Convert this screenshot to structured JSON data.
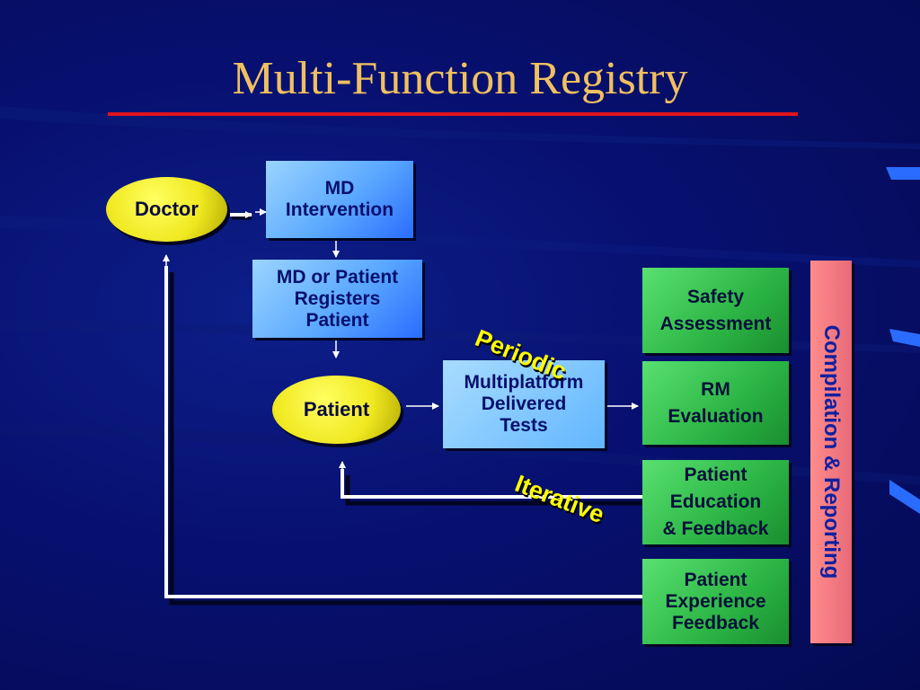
{
  "title": "Multi-Function Registry",
  "colors": {
    "title": "#f0c060",
    "rule": "#e0141c",
    "oval": "#f0e820",
    "slant_text": "#ffff00"
  },
  "nodes": {
    "doctor": "Doctor",
    "md_intervention": [
      "MD",
      "Intervention"
    ],
    "registers": [
      "MD or Patient",
      "Registers",
      "Patient"
    ],
    "patient": "Patient",
    "tests": [
      "Multiplatform",
      "Delivered",
      "Tests"
    ],
    "safety": [
      "Safety",
      "Assessment"
    ],
    "rm": [
      "RM",
      "Evaluation"
    ],
    "education": [
      "Patient",
      "Education",
      "& Feedback"
    ],
    "experience": [
      "Patient",
      "Experience",
      "Feedback"
    ]
  },
  "labels": {
    "periodic": "Periodic",
    "iterative": "Iterative",
    "compilation": "Compilation & Reporting"
  }
}
